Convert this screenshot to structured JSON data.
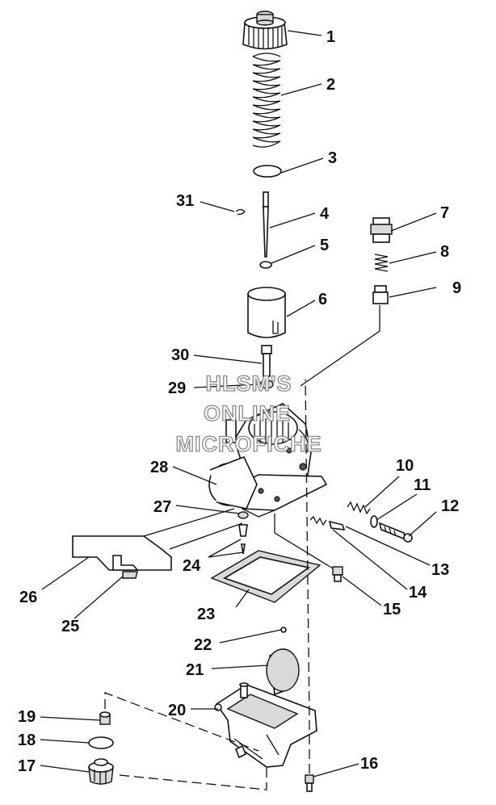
{
  "callouts": [
    {
      "id": "c1",
      "label": "1"
    },
    {
      "id": "c2",
      "label": "2"
    },
    {
      "id": "c3",
      "label": "3"
    },
    {
      "id": "c4",
      "label": "4"
    },
    {
      "id": "c5",
      "label": "5"
    },
    {
      "id": "c6",
      "label": "6"
    },
    {
      "id": "c7",
      "label": "7"
    },
    {
      "id": "c8",
      "label": "8"
    },
    {
      "id": "c9",
      "label": "9"
    },
    {
      "id": "c10",
      "label": "10"
    },
    {
      "id": "c11",
      "label": "11"
    },
    {
      "id": "c12",
      "label": "12"
    },
    {
      "id": "c13",
      "label": "13"
    },
    {
      "id": "c14",
      "label": "14"
    },
    {
      "id": "c15",
      "label": "15"
    },
    {
      "id": "c16",
      "label": "16"
    },
    {
      "id": "c17",
      "label": "17"
    },
    {
      "id": "c18",
      "label": "18"
    },
    {
      "id": "c19",
      "label": "19"
    },
    {
      "id": "c20",
      "label": "20"
    },
    {
      "id": "c21",
      "label": "21"
    },
    {
      "id": "c22",
      "label": "22"
    },
    {
      "id": "c23",
      "label": "23"
    },
    {
      "id": "c24",
      "label": "24"
    },
    {
      "id": "c25",
      "label": "25"
    },
    {
      "id": "c26",
      "label": "26"
    },
    {
      "id": "c27",
      "label": "27"
    },
    {
      "id": "c28",
      "label": "28"
    },
    {
      "id": "c29",
      "label": "29"
    },
    {
      "id": "c30",
      "label": "30"
    },
    {
      "id": "c31",
      "label": "31"
    }
  ],
  "watermark": {
    "line1": "HLSM'S",
    "line2": "ONLINE",
    "line3": "MICROFICHE"
  }
}
